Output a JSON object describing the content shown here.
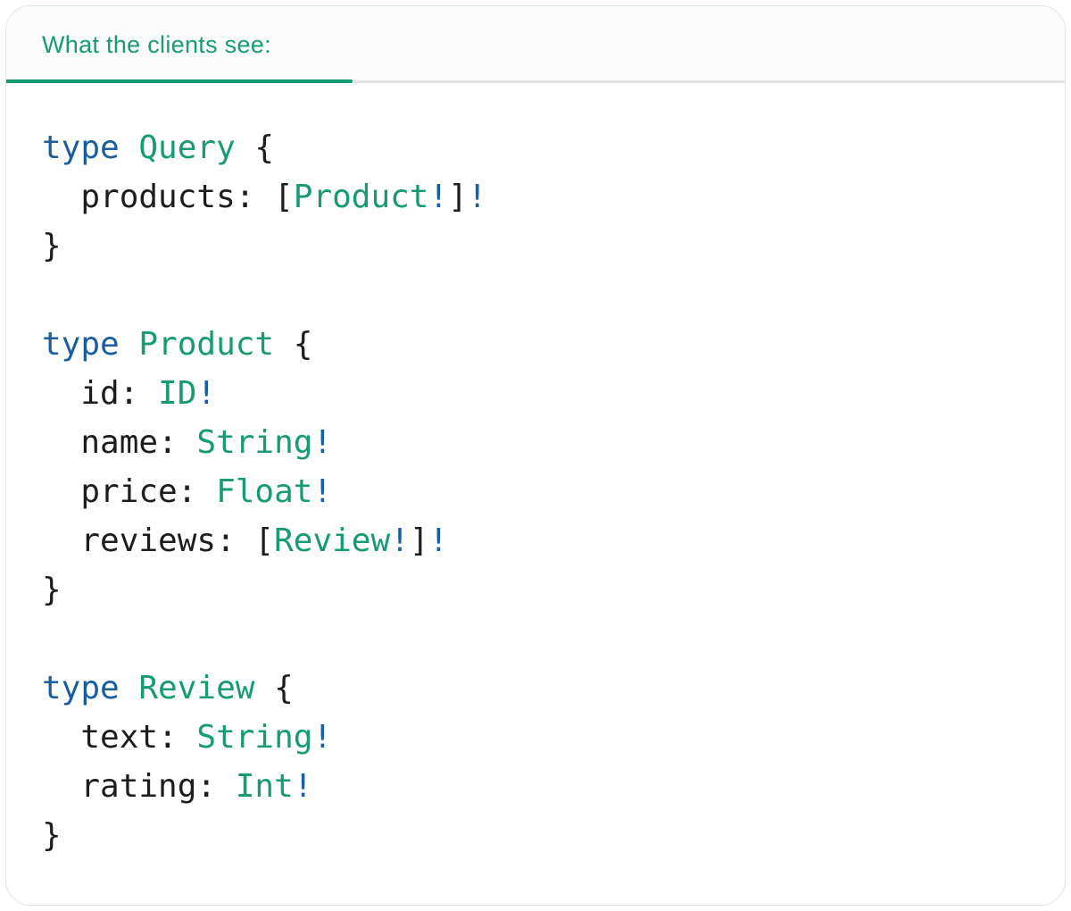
{
  "panel": {
    "tab": {
      "label": "What the clients see:"
    }
  },
  "colors": {
    "accent_teal": "#169b74",
    "keyword_blue": "#1b5e9e",
    "code_text": "#1d1d1d",
    "divider_gray": "#e4e4e4",
    "header_bg": "#fcfcfc",
    "panel_border": "#d9e9df"
  },
  "code": {
    "lines": [
      [
        {
          "t": "k",
          "s": "type "
        },
        {
          "t": "t",
          "s": "Query"
        },
        {
          "t": "p",
          "s": " {"
        }
      ],
      [
        {
          "t": "p",
          "s": "  products: ["
        },
        {
          "t": "t",
          "s": "Product"
        },
        {
          "t": "k",
          "s": "!"
        },
        {
          "t": "p",
          "s": "]"
        },
        {
          "t": "k",
          "s": "!"
        }
      ],
      [
        {
          "t": "p",
          "s": "}"
        }
      ],
      [],
      [
        {
          "t": "k",
          "s": "type "
        },
        {
          "t": "t",
          "s": "Product"
        },
        {
          "t": "p",
          "s": " {"
        }
      ],
      [
        {
          "t": "p",
          "s": "  id: "
        },
        {
          "t": "t",
          "s": "ID"
        },
        {
          "t": "k",
          "s": "!"
        }
      ],
      [
        {
          "t": "p",
          "s": "  name: "
        },
        {
          "t": "t",
          "s": "String"
        },
        {
          "t": "k",
          "s": "!"
        }
      ],
      [
        {
          "t": "p",
          "s": "  price: "
        },
        {
          "t": "t",
          "s": "Float"
        },
        {
          "t": "k",
          "s": "!"
        }
      ],
      [
        {
          "t": "p",
          "s": "  reviews: ["
        },
        {
          "t": "t",
          "s": "Review"
        },
        {
          "t": "k",
          "s": "!"
        },
        {
          "t": "p",
          "s": "]"
        },
        {
          "t": "k",
          "s": "!"
        }
      ],
      [
        {
          "t": "p",
          "s": "}"
        }
      ],
      [],
      [
        {
          "t": "k",
          "s": "type "
        },
        {
          "t": "t",
          "s": "Review"
        },
        {
          "t": "p",
          "s": " {"
        }
      ],
      [
        {
          "t": "p",
          "s": "  text: "
        },
        {
          "t": "t",
          "s": "String"
        },
        {
          "t": "k",
          "s": "!"
        }
      ],
      [
        {
          "t": "p",
          "s": "  rating: "
        },
        {
          "t": "t",
          "s": "Int"
        },
        {
          "t": "k",
          "s": "!"
        }
      ],
      [
        {
          "t": "p",
          "s": "}"
        }
      ]
    ]
  }
}
